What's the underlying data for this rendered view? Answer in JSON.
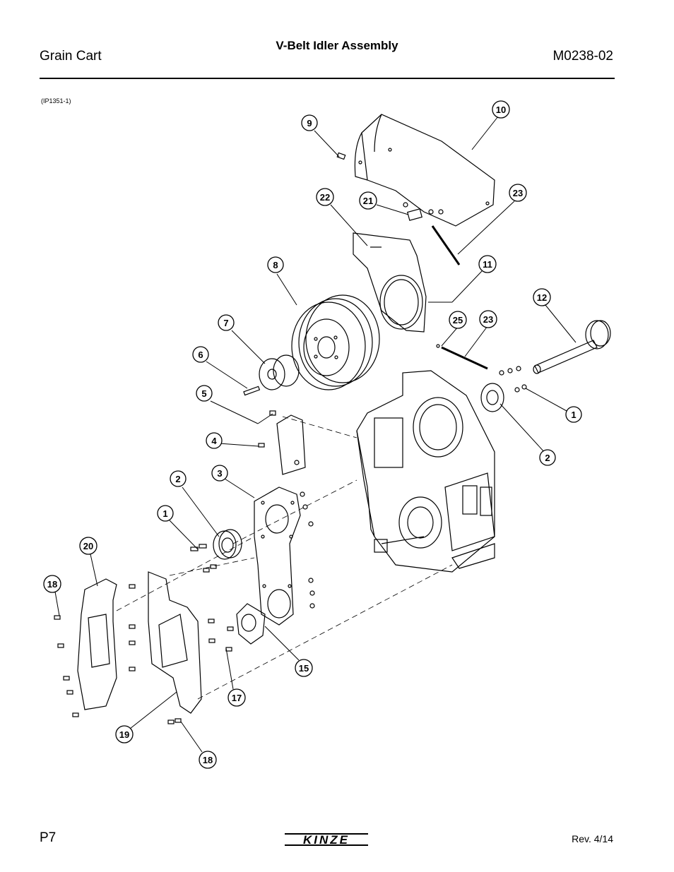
{
  "header": {
    "left": "Grain Cart",
    "title": "V-Belt Idler Assembly",
    "right": "M0238-02"
  },
  "figure": {
    "id": "(IP1351-1)",
    "callouts": [
      "9",
      "10",
      "22",
      "21",
      "23",
      "8",
      "11",
      "12",
      "7",
      "25",
      "23",
      "6",
      "1",
      "5",
      "2",
      "4",
      "3",
      "2",
      "1",
      "20",
      "18",
      "15",
      "17",
      "19",
      "18"
    ]
  },
  "footer": {
    "page": "P7",
    "logo_text": "KINZE",
    "revision": "Rev. 4/14"
  },
  "colors": {
    "ink": "#000000",
    "paper": "#ffffff"
  }
}
